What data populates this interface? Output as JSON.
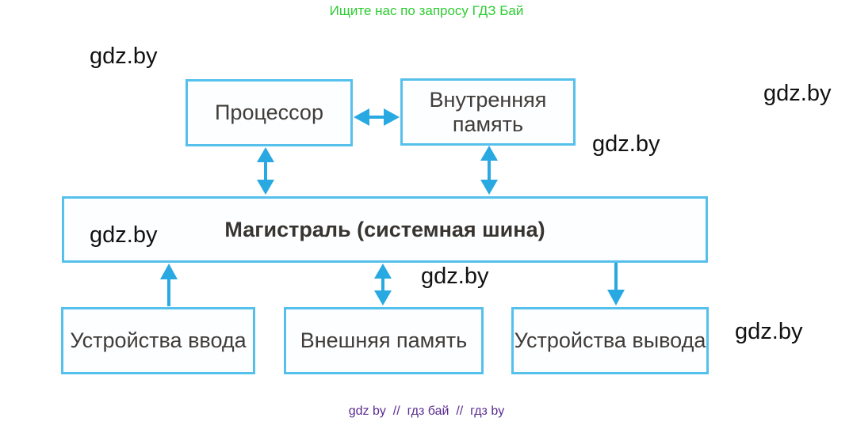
{
  "header": {
    "text": "Ищите нас по запросу ГДЗ Бай"
  },
  "footer": {
    "text": "gdz by  //  гдз бай  //  гдз by"
  },
  "watermark": {
    "text": "gdz.by"
  },
  "diagram": {
    "type": "block-diagram",
    "subject": "computer-architecture",
    "nodes": {
      "processor": {
        "label": "Процессор"
      },
      "internal_memory": {
        "label": "Внутренняя память"
      },
      "bus": {
        "label": "Магистраль (системная шина)"
      },
      "input_devices": {
        "label": "Устройства ввода"
      },
      "external_memory": {
        "label": "Внешняя память"
      },
      "output_devices": {
        "label": "Устройства вывода"
      }
    },
    "edges": [
      {
        "from": "processor",
        "to": "internal_memory",
        "direction": "both"
      },
      {
        "from": "processor",
        "to": "bus",
        "direction": "both"
      },
      {
        "from": "internal_memory",
        "to": "bus",
        "direction": "both"
      },
      {
        "from": "input_devices",
        "to": "bus",
        "direction": "to-bus-only"
      },
      {
        "from": "external_memory",
        "to": "bus",
        "direction": "both"
      },
      {
        "from": "bus",
        "to": "output_devices",
        "direction": "from-bus-only"
      }
    ],
    "colors": {
      "box_border": "#55c0ec",
      "arrow": "#29a9e2",
      "label_text": "#403c39",
      "header_green": "#2ecc33",
      "footer_purple": "#5a2b8f",
      "watermark_black": "#121212"
    }
  }
}
